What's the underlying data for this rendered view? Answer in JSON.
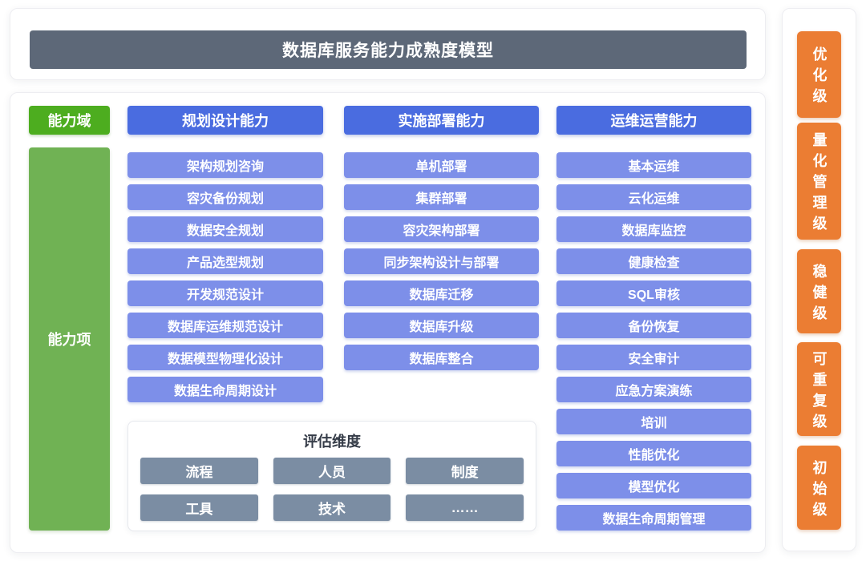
{
  "title": "数据库服务能力成熟度模型",
  "axis": {
    "domain_label": "能力域",
    "item_label": "能力项"
  },
  "columns": [
    {
      "header": "规划设计能力",
      "items": [
        "架构规划咨询",
        "容灾备份规划",
        "数据安全规划",
        "产品选型规划",
        "开发规范设计",
        "数据库运维规范设计",
        "数据模型物理化设计",
        "数据生命周期设计"
      ]
    },
    {
      "header": "实施部署能力",
      "items": [
        "单机部署",
        "集群部署",
        "容灾架构部署",
        "同步架构设计与部署",
        "数据库迁移",
        "数据库升级",
        "数据库整合"
      ]
    },
    {
      "header": "运维运营能力",
      "items": [
        "基本运维",
        "云化运维",
        "数据库监控",
        "健康检查",
        "SQL审核",
        "备份恢复",
        "安全审计",
        "应急方案演练",
        "培训",
        "性能优化",
        "模型优化",
        "数据生命周期管理"
      ]
    }
  ],
  "evaluation": {
    "title": "评估维度",
    "items": [
      "流程",
      "人员",
      "制度",
      "工具",
      "技术",
      "……"
    ]
  },
  "maturity": {
    "levels": [
      "优化级",
      "量化管理级",
      "稳健级",
      "可重复级",
      "初始级"
    ]
  },
  "colors": {
    "title_bar": "#5d6878",
    "column_header_blue": "#4a6ce0",
    "capability_item_blue": "#7d8fe9",
    "domain_green": "#4dad1f",
    "item_green": "#70b254",
    "evaluation_gray": "#7b8da3",
    "maturity_orange": "#eb7d33"
  }
}
